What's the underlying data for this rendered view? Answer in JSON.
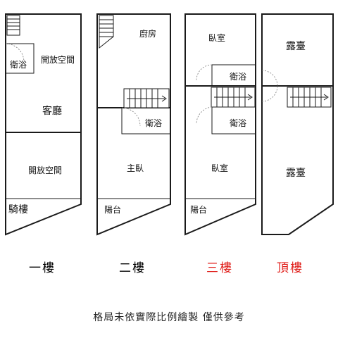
{
  "floors": [
    {
      "label": "一樓",
      "color": "#000000"
    },
    {
      "label": "二樓",
      "color": "#000000"
    },
    {
      "label": "三樓",
      "color": "#e0201c"
    },
    {
      "label": "頂樓",
      "color": "#e0201c"
    }
  ],
  "rooms": {
    "f1_bath": "衛浴",
    "f1_open_top": "開放空間",
    "f1_living": "客廳",
    "f1_open_bottom": "開放空間",
    "f1_arcade": "騎樓",
    "f2_kitchen": "廚房",
    "f2_bath": "衛浴",
    "f2_master": "主臥",
    "f2_balcony": "陽台",
    "f3_bed_top": "臥室",
    "f3_bath_top": "衛浴",
    "f3_bath_mid": "衛浴",
    "f3_bed_bottom": "臥室",
    "f3_balcony": "陽台",
    "roof_terrace_top": "露臺",
    "roof_terrace_bottom": "露臺"
  },
  "footnote": "格局未依實際比例繪製 僅供參考"
}
